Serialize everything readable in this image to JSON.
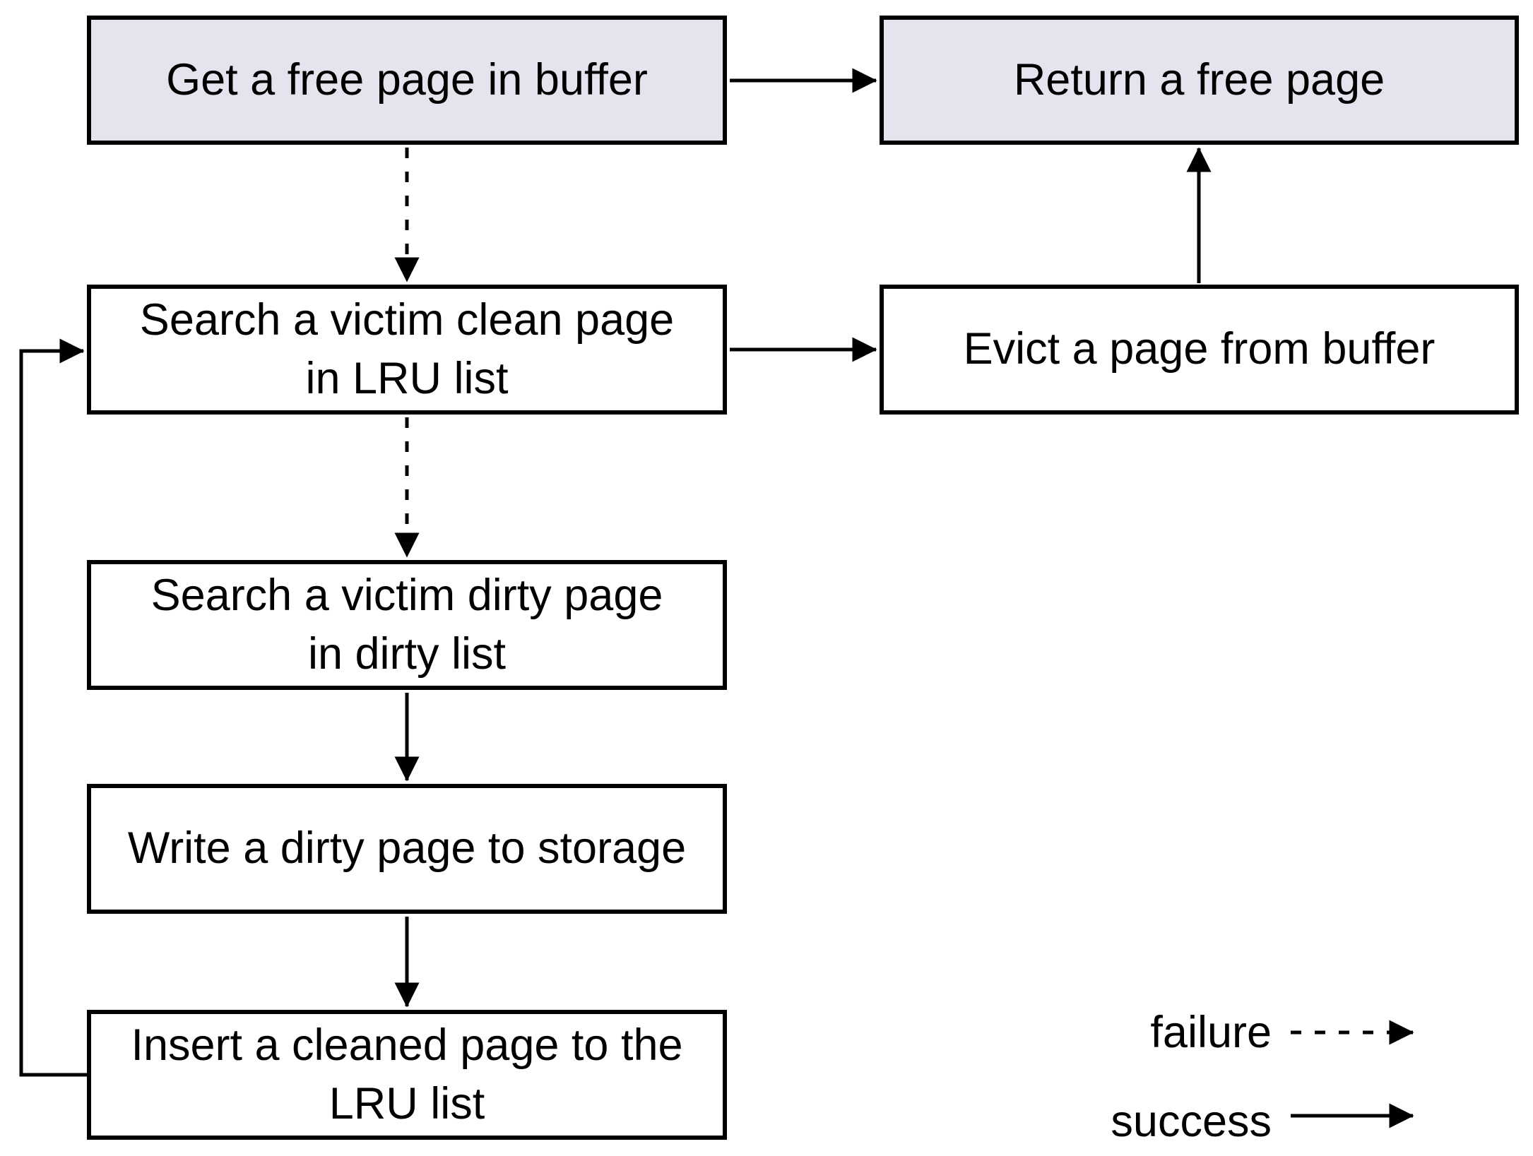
{
  "diagram": {
    "background": "#ffffff",
    "colors": {
      "highlight_fill": "#e6e3ee",
      "node_fill": "#ffffff",
      "line": "#000000"
    },
    "nodes": {
      "get_free_page": "Get a free page in buffer",
      "return_free_page": "Return a free page",
      "search_clean": "Search a victim clean page\nin LRU list",
      "evict": "Evict a page from buffer",
      "search_dirty": "Search a victim dirty page\nin dirty list",
      "write_dirty": "Write a dirty page to storage",
      "insert_cleaned": "Insert a cleaned page to the\nLRU list"
    },
    "edges": [
      {
        "from": "get_free_page",
        "to": "return_free_page",
        "type": "success"
      },
      {
        "from": "get_free_page",
        "to": "search_clean",
        "type": "failure"
      },
      {
        "from": "search_clean",
        "to": "evict",
        "type": "success"
      },
      {
        "from": "evict",
        "to": "return_free_page",
        "type": "success"
      },
      {
        "from": "search_clean",
        "to": "search_dirty",
        "type": "failure"
      },
      {
        "from": "search_dirty",
        "to": "write_dirty",
        "type": "success"
      },
      {
        "from": "write_dirty",
        "to": "insert_cleaned",
        "type": "success"
      },
      {
        "from": "insert_cleaned",
        "to": "search_clean",
        "type": "success"
      }
    ],
    "legend": {
      "failure": "failure",
      "success": "success"
    }
  }
}
